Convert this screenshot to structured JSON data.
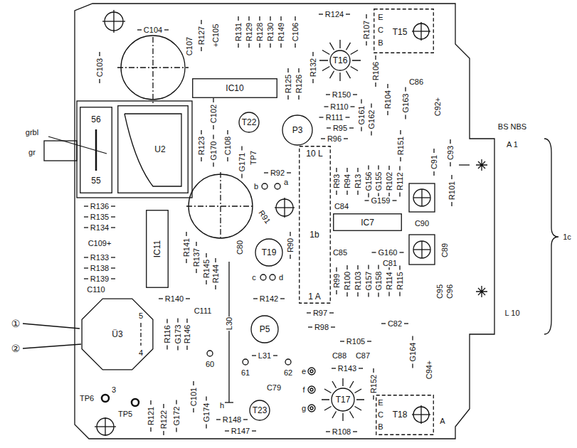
{
  "diagram": {
    "nodes": [
      {
        "text": [
          "56",
          "55"
        ]
      },
      {
        "text": [
          "U2"
        ]
      },
      {
        "text": [
          "IC10"
        ]
      },
      {
        "text": [
          "T15"
        ]
      },
      {
        "text": [
          "T16"
        ]
      },
      {
        "text": [
          "T22"
        ]
      },
      {
        "text": [
          "P3"
        ]
      },
      {
        "text": [
          "10 L",
          "1b",
          "1 A"
        ]
      },
      {
        "text": [
          "IC11"
        ]
      },
      {
        "text": [
          "IC7"
        ]
      },
      {
        "text": [
          "T19"
        ]
      },
      {
        "text": [
          "P5"
        ]
      },
      {
        "text": [
          "Ü3"
        ]
      },
      {
        "text": [
          "T23"
        ]
      },
      {
        "text": [
          "T17"
        ]
      },
      {
        "text": [
          "T18"
        ]
      }
    ],
    "labels": [
      "C104",
      "C103",
      "C107",
      "R127",
      "+C105",
      "R131",
      "R129",
      "R128",
      "R130",
      "R149",
      "C106",
      "R124",
      "R107",
      "E",
      "C",
      "B",
      "R132",
      "R106",
      "C86",
      "R125",
      "R126",
      "R150",
      "R104",
      "G163",
      "C92+",
      "R110",
      "C102",
      "G161",
      "R111",
      "G162",
      "R95",
      "grbl",
      "R96",
      "R123",
      "C108",
      "R151",
      "G170",
      "gr",
      "C93",
      "TP7",
      "G171",
      "C91",
      "R92",
      "R93",
      "R94",
      "R13",
      "G156",
      "G155",
      "R102",
      "R112",
      "a",
      "b",
      "R101",
      "G159",
      "R136",
      "C84",
      "R91",
      "R135",
      "C90",
      "R134",
      "C109+",
      "R141",
      "R90",
      "C80",
      "C89",
      "C85",
      "G160",
      "R133",
      "R137",
      "C81",
      "R138",
      "R145",
      "R144",
      "c",
      "d",
      "R139",
      "R99",
      "R100",
      "R103",
      "G157",
      "G158",
      "R114",
      "R115",
      "C110",
      "C95",
      "C96",
      "R140",
      "R142",
      "C111",
      "R97",
      "L 10",
      "5",
      "①",
      "L30",
      "C82",
      "R98",
      "R116",
      "G173",
      "R146",
      "R105",
      "②",
      "4",
      "G164",
      "L31",
      "C88",
      "C87",
      "60",
      "R143",
      "C94+",
      "e",
      "61",
      "62",
      "R152",
      "C79",
      "f",
      "3",
      "C101",
      "TP6",
      "E",
      "h",
      "g",
      "G174",
      "TP5",
      "C",
      "R121",
      "R148",
      "R122",
      "G172",
      "A",
      "B",
      "R147",
      "R108",
      "BS NBS",
      "A 1",
      "1c"
    ]
  }
}
